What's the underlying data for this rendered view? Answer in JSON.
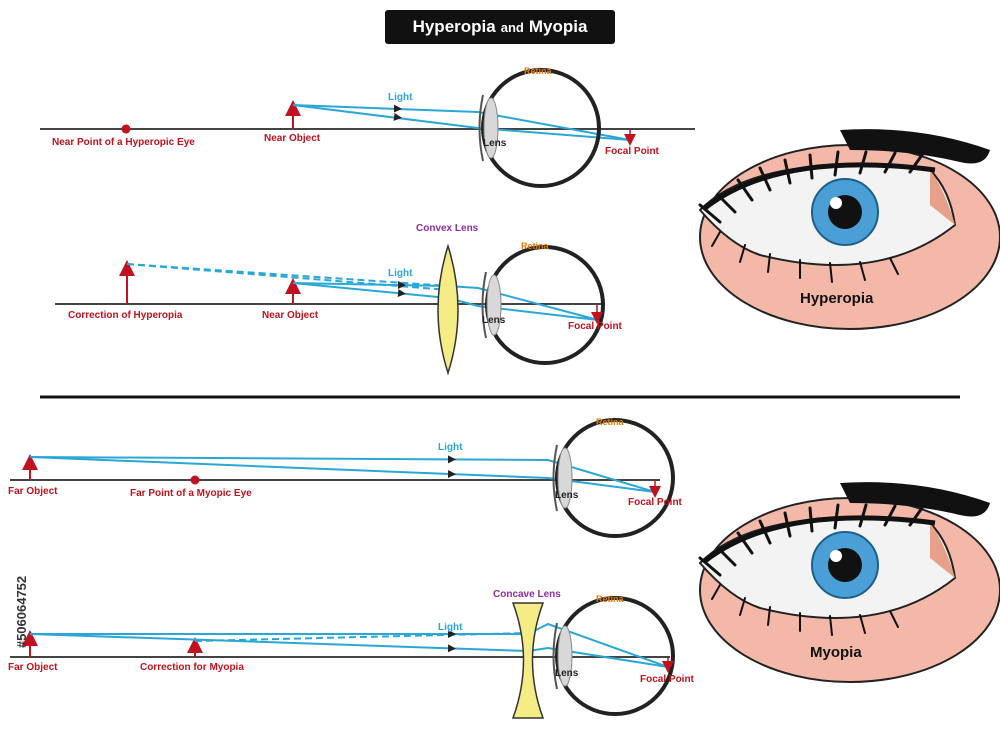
{
  "title": {
    "word1": "Hyperopia",
    "joiner": "and",
    "word2": "Myopia"
  },
  "colors": {
    "axis": "#444444",
    "ray": "#2aa7d6",
    "label_red": "#c1121f",
    "light": "#2aa7d6",
    "retina": "#e07b00",
    "lens_text": "#222222",
    "convex": "#f5ec86",
    "concave": "#f5ec86",
    "eye_skin": "#f4b8a8",
    "iris": "#4aa0d6",
    "lens_label_purple": "#8b2fa0"
  },
  "hyperopia": {
    "top": {
      "near_point": "Near Point of a Hyperopic Eye",
      "near_object": "Near Object",
      "light": "Light",
      "retina": "Retina",
      "lens": "Lens",
      "focal_point": "Focal Point"
    },
    "corrected": {
      "lens_type": "Convex Lens",
      "correction": "Correction of Hyperopia",
      "near_object": "Near Object",
      "light": "Light",
      "retina": "Retina",
      "lens": "Lens",
      "focal_point": "Focal Point"
    },
    "eye_label": "Hyperopia"
  },
  "myopia": {
    "top": {
      "far_object": "Far Object",
      "far_point": "Far Point of a Myopic Eye",
      "light": "Light",
      "retina": "Retina",
      "lens": "Lens",
      "focal_point": "Focal Point"
    },
    "corrected": {
      "lens_type": "Concave Lens",
      "far_object": "Far Object",
      "correction": "Correction for Myopia",
      "light": "Light",
      "retina": "Retina",
      "lens": "Lens",
      "focal_point": "Focal Point"
    },
    "eye_label": "Myopia"
  },
  "watermark": "#506064752"
}
